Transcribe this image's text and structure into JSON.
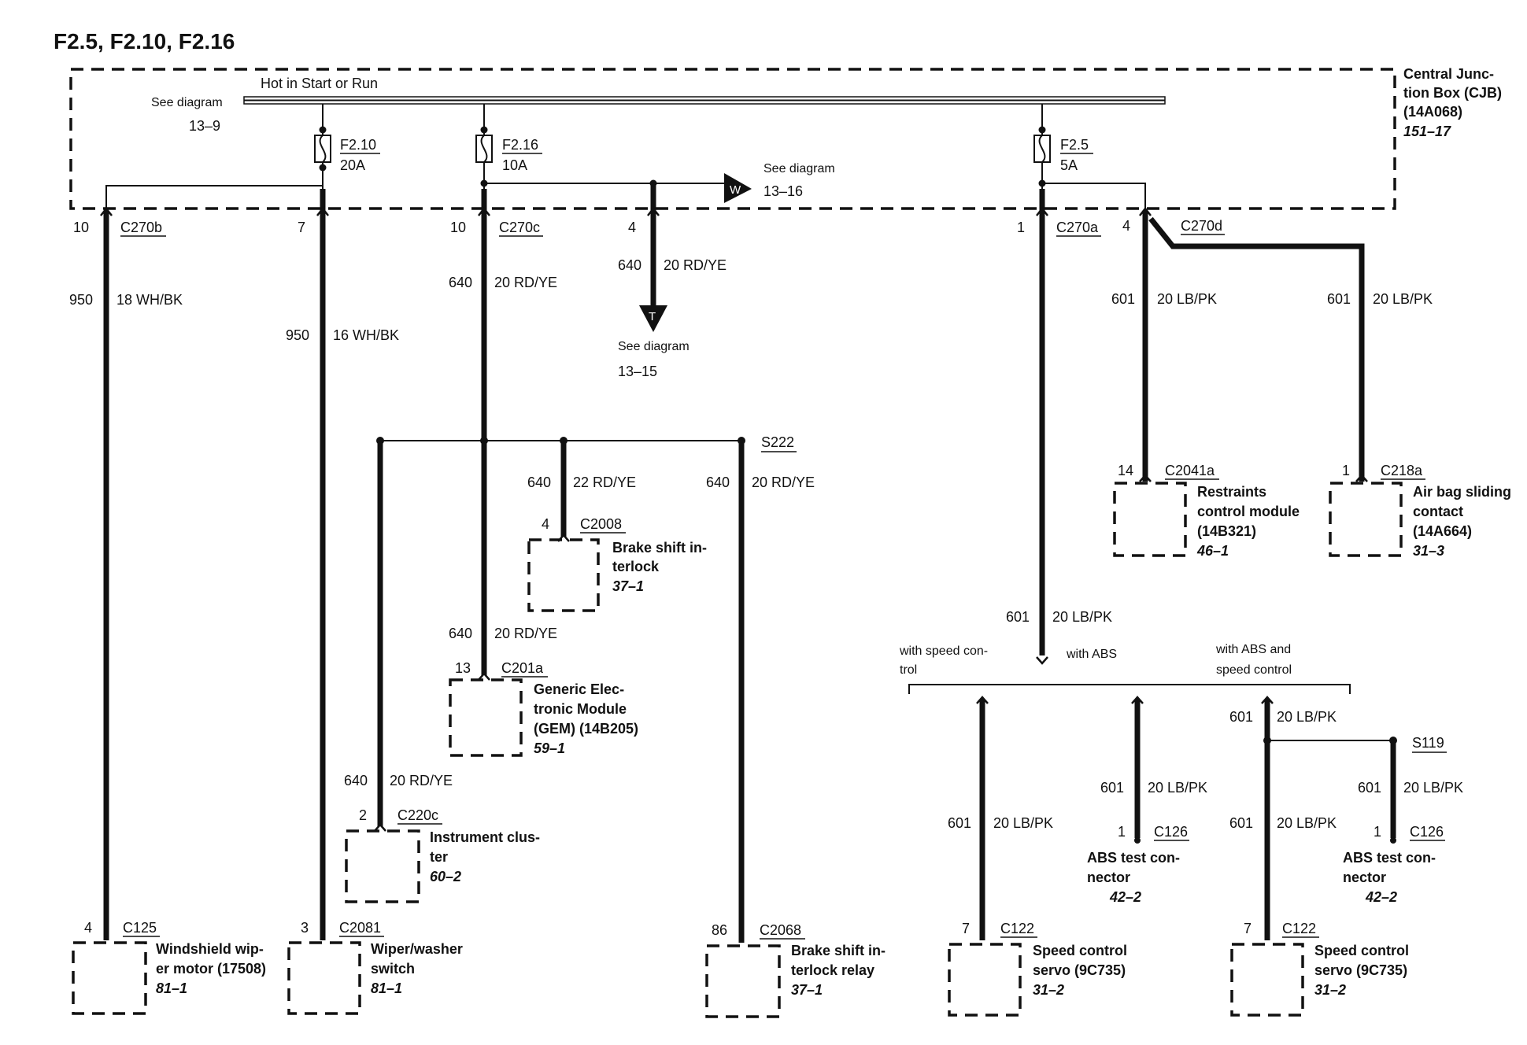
{
  "title": "F2.5, F2.10, F2.16",
  "cjb": {
    "hot_label": "Hot in Start or Run",
    "see_diagram_left": "See diagram",
    "see_diagram_left_ref": "13–9",
    "name_lines": [
      "Central Junc-",
      "tion Box (CJB)",
      "(14A068)"
    ],
    "ref": "151–17"
  },
  "fuses": [
    {
      "id": "F2.10",
      "amps": "20A"
    },
    {
      "id": "F2.16",
      "amps": "10A"
    },
    {
      "id": "F2.5",
      "amps": "5A"
    }
  ],
  "offpage_w": {
    "letter": "W",
    "see": "See diagram",
    "ref": "13–16"
  },
  "offpage_t": {
    "letter": "T",
    "see": "See diagram",
    "ref": "13–15"
  },
  "connectors": {
    "c270b": {
      "name": "C270b",
      "pin": "10"
    },
    "c270b_7": {
      "pin": "7"
    },
    "c270c": {
      "name": "C270c",
      "pin": "10"
    },
    "c270c_4": {
      "pin": "4"
    },
    "c270a": {
      "name": "C270a",
      "pin": "1"
    },
    "c270d": {
      "name": "C270d",
      "pin": "4"
    }
  },
  "wires": [
    {
      "circuit": "950",
      "gauge": "18 WH/BK"
    },
    {
      "circuit": "950",
      "gauge": "16 WH/BK"
    },
    {
      "circuit": "640",
      "gauge": "20 RD/YE"
    },
    {
      "circuit": "640",
      "gauge": "20 RD/YE"
    },
    {
      "circuit": "640",
      "gauge": "22 RD/YE"
    },
    {
      "circuit": "640",
      "gauge": "20 RD/YE"
    },
    {
      "circuit": "640",
      "gauge": "20 RD/YE"
    },
    {
      "circuit": "640",
      "gauge": "20 RD/YE"
    },
    {
      "circuit": "601",
      "gauge": "20 LB/PK"
    },
    {
      "circuit": "601",
      "gauge": "20 LB/PK"
    },
    {
      "circuit": "601",
      "gauge": "20 LB/PK"
    },
    {
      "circuit": "601",
      "gauge": "20 LB/PK"
    },
    {
      "circuit": "601",
      "gauge": "20 LB/PK"
    },
    {
      "circuit": "601",
      "gauge": "20 LB/PK"
    },
    {
      "circuit": "601",
      "gauge": "20 LB/PK"
    },
    {
      "circuit": "601",
      "gauge": "20 LB/PK"
    }
  ],
  "splices": {
    "s222": "S222",
    "s119": "S119"
  },
  "options": {
    "speed_control": [
      "with speed con-",
      "trol"
    ],
    "abs": "with ABS",
    "abs_speed": [
      "with ABS and",
      "speed control"
    ]
  },
  "components": [
    {
      "pin": "4",
      "connector": "C2008",
      "lines": [
        "Brake shift in-",
        "terlock"
      ],
      "ref": "37–1"
    },
    {
      "pin": "13",
      "connector": "C201a",
      "lines": [
        "Generic Elec-",
        "tronic Module",
        "(GEM) (14B205)"
      ],
      "ref": "59–1"
    },
    {
      "pin": "2",
      "connector": "C220c",
      "lines": [
        "Instrument clus-",
        "ter"
      ],
      "ref": "60–2"
    },
    {
      "pin": "4",
      "connector": "C125",
      "lines": [
        "Windshield wip-",
        "er motor (17508)"
      ],
      "ref": "81–1"
    },
    {
      "pin": "3",
      "connector": "C2081",
      "lines": [
        "Wiper/washer",
        "switch"
      ],
      "ref": "81–1"
    },
    {
      "pin": "86",
      "connector": "C2068",
      "lines": [
        "Brake shift in-",
        "terlock relay"
      ],
      "ref": "37–1"
    },
    {
      "pin": "14",
      "connector": "C2041a",
      "lines": [
        "Restraints",
        "control module",
        "(14B321)"
      ],
      "ref": "46–1"
    },
    {
      "pin": "1",
      "connector": "C218a",
      "lines": [
        "Air bag sliding",
        "contact",
        "(14A664)"
      ],
      "ref": "31–3"
    },
    {
      "pin": "7",
      "connector": "C122",
      "lines": [
        "Speed control",
        "servo (9C735)"
      ],
      "ref": "31–2"
    },
    {
      "pin": "1",
      "connector": "C126",
      "lines": [
        "ABS test con-",
        "nector"
      ],
      "ref": "42–2"
    },
    {
      "pin": "7",
      "connector": "C122",
      "lines": [
        "Speed control",
        "servo (9C735)"
      ],
      "ref": "31–2"
    },
    {
      "pin": "1",
      "connector": "C126",
      "lines": [
        "ABS test con-",
        "nector"
      ],
      "ref": "42–2"
    }
  ]
}
